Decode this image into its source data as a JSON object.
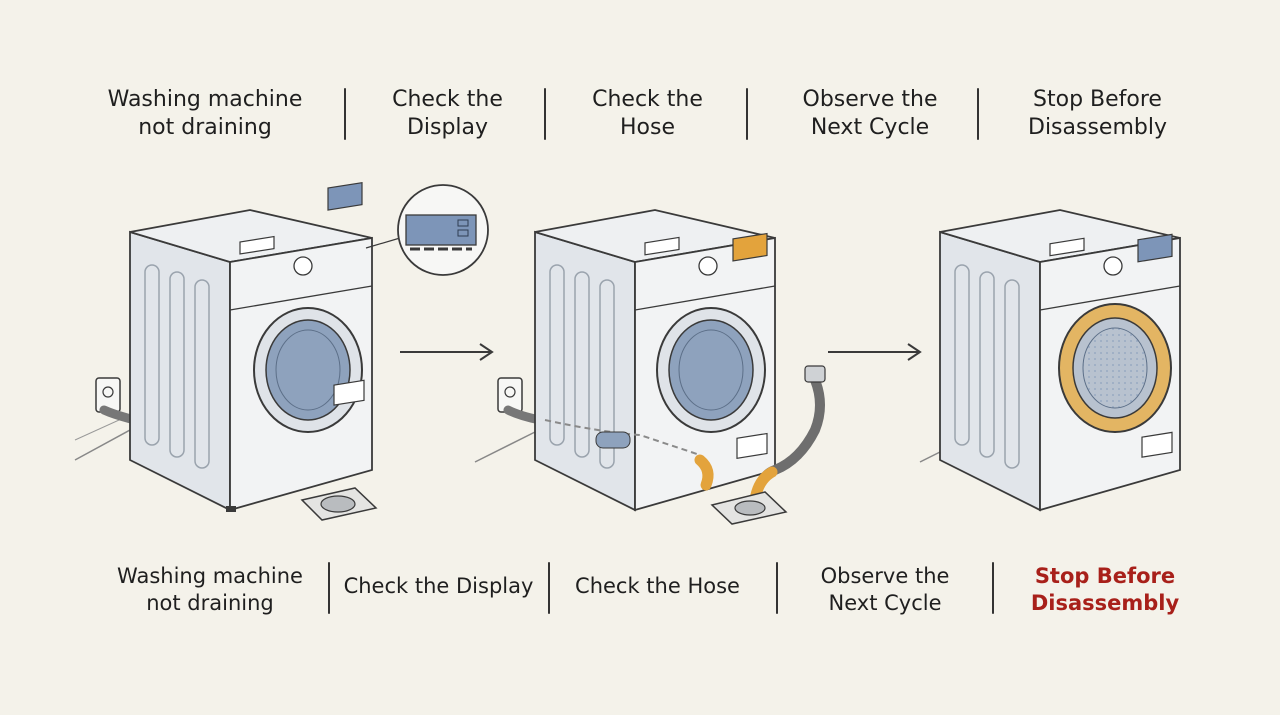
{
  "top_steps": [
    "Washing machine\nnot draining",
    "Check the\nDisplay",
    "Check the\nHose",
    "Observe the\nNext Cycle",
    "Stop Before\nDisassembly"
  ],
  "bottom_steps": [
    "Washing machine\nnot draining",
    "Check the Display",
    "Check the Hose",
    "Observe the\nNext Cycle",
    "Stop Before\nDisassembly"
  ],
  "colors": {
    "background": "#f4f2ea",
    "highlight_text": "#a8201a",
    "machine_body": "#e9ecef",
    "outline": "#3a3a3a",
    "accent_orange": "#e3a33c",
    "display_blue": "#7d95b8"
  },
  "icons": [
    "washing-machine-icon",
    "drain-icon",
    "power-outlet-icon",
    "drain-hose-icon",
    "display-zoom-icon",
    "arrow-right-icon"
  ]
}
